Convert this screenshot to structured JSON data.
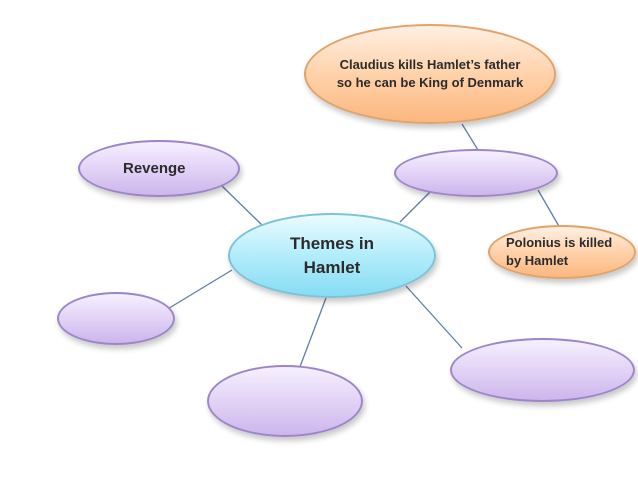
{
  "diagram": {
    "central": {
      "text": "Themes in Hamlet"
    },
    "themes": [
      {
        "id": "revenge",
        "text": "Revenge"
      },
      {
        "id": "top-right",
        "text": ""
      },
      {
        "id": "left-lower",
        "text": ""
      },
      {
        "id": "bottom",
        "text": ""
      },
      {
        "id": "right-lower",
        "text": ""
      }
    ],
    "details": [
      {
        "id": "claudius",
        "text": "Claudius kills Hamlet’s father so he can be King of Denmark"
      },
      {
        "id": "polonius",
        "text": "Polonius is killed by Hamlet"
      }
    ],
    "colors": {
      "connector": "#5f7ea8",
      "theme_fill": "#ddd0f3",
      "central_fill": "#aeeaf8",
      "detail_fill": "#fdc79a"
    }
  }
}
